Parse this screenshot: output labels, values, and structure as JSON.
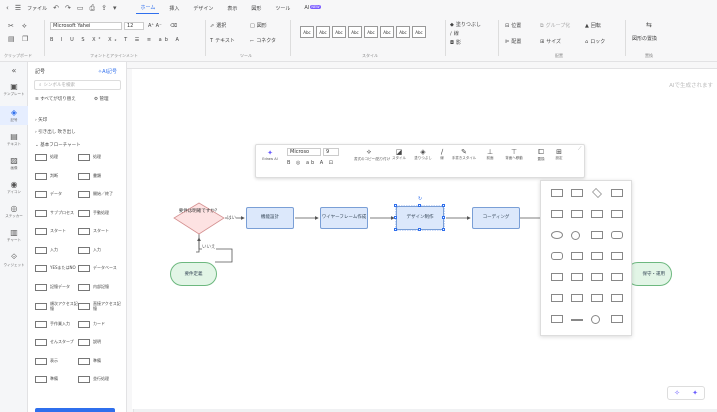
{
  "menubar": {
    "items": [
      "ファイル"
    ],
    "tabs": [
      {
        "label": "ホーム",
        "active": true
      },
      {
        "label": "挿入",
        "active": false
      },
      {
        "label": "デザイン",
        "active": false
      },
      {
        "label": "表示",
        "active": false
      },
      {
        "label": "図形",
        "active": false
      },
      {
        "label": "ツール",
        "active": false
      },
      {
        "label": "AI",
        "active": false
      }
    ],
    "ai_badge": "NEW"
  },
  "ribbon": {
    "font": "Microsoft Yahei",
    "font_size": "12",
    "select_label": "選択",
    "shape_label": "図形",
    "text_label": "テキスト",
    "connector_label": "コネクタ",
    "line_label": "線",
    "fill_label": "塗りつぶし",
    "shadow_label": "影",
    "position_label": "位置",
    "group_label": "グループ化",
    "rotate_label": "回転",
    "align_label": "配置",
    "size_label": "サイズ",
    "lock_label": "ロック",
    "replace_label": "図形の置換",
    "style_box_label": "Abc",
    "groups": {
      "clipboard": "クリップボード",
      "font": "フォントとアラインメント",
      "tools": "ツール",
      "style": "スタイル",
      "arrange": "配置",
      "replace": "置換"
    }
  },
  "rail": [
    {
      "icon": "«",
      "label": ""
    },
    {
      "icon": "▣",
      "label": "テンプレート"
    },
    {
      "icon": "◈",
      "label": "記号",
      "active": true
    },
    {
      "icon": "▤",
      "label": "テキスト"
    },
    {
      "icon": "▨",
      "label": "画像"
    },
    {
      "icon": "◉",
      "label": "アイコン"
    },
    {
      "icon": "◎",
      "label": "ステッカー"
    },
    {
      "icon": "▥",
      "label": "チャート"
    },
    {
      "icon": "⟐",
      "label": "ウィジェット"
    }
  ],
  "panel": {
    "title": "記号",
    "ai_label": "AI記号",
    "search_placeholder": "シンボルを検索",
    "all_symbols": "すべてが切り替え",
    "manage": "管理",
    "sections": [
      "矢印",
      "引き出し 吹き出し",
      "基本フローチャート"
    ],
    "shapes": [
      [
        "処理",
        "処理"
      ],
      [
        "判断",
        "書類"
      ],
      [
        "データ",
        "開始／終了"
      ],
      [
        "サブプロセス",
        "手動処理"
      ],
      [
        "スタート",
        "スタート"
      ],
      [
        "入力",
        "入力"
      ],
      [
        "YESまたはNO",
        "データベース"
      ],
      [
        "記憶データ",
        "内部記憶"
      ],
      [
        "順次アクセス記憶",
        "直接アクセス記憶"
      ],
      [
        "手作業入力",
        "カード"
      ],
      [
        "せんスタープ",
        "説明"
      ],
      [
        "表示",
        "準備"
      ],
      [
        "準備",
        "並行処理"
      ]
    ]
  },
  "canvas": {
    "ai_hint": "AIで生成されます",
    "nodes": {
      "decision": "要件は明確ですか？",
      "basic_design": "機能設計",
      "wireframe": "ワイヤーフレーム作成",
      "design": "デザイン制作",
      "coding": "コーディング",
      "requirements": "要件定義",
      "maintenance": "保守・運用"
    },
    "edge_yes": "はい",
    "edge_no": "いいえ"
  },
  "floating_toolbar": {
    "ai_label": "Edraw AI",
    "font": "Microso",
    "size": "9",
    "items": [
      "書式のコピー/貼り付け",
      "スタイル",
      "塗りつぶし",
      "線",
      "手書きスタイル",
      "前面",
      "背面へ移動",
      "置換",
      "設定"
    ]
  },
  "colors": {
    "accent": "#2f6fed",
    "node_blue": "#dce8fb",
    "node_green": "#e2f5e6",
    "node_decision": "#fde2e2"
  }
}
